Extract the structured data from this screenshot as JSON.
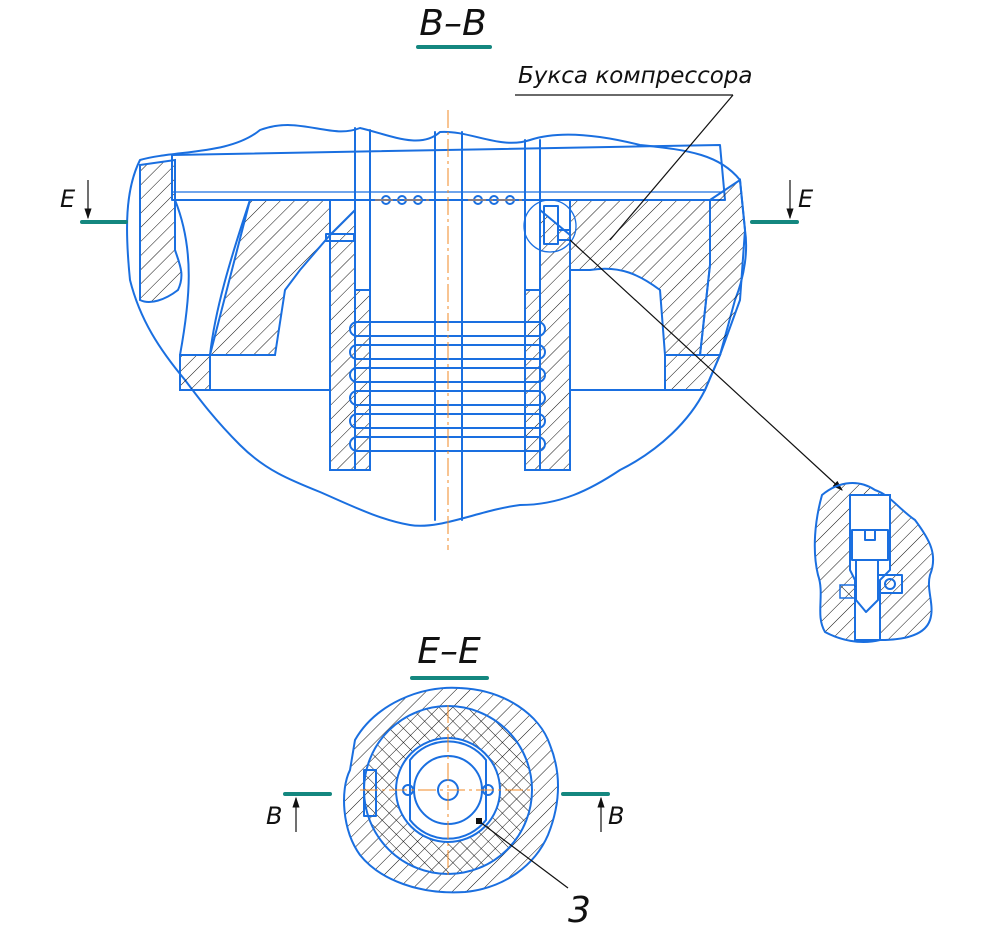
{
  "sections": {
    "bb_title": "B–B",
    "ee_title": "E–E",
    "cut_e_left": "E",
    "cut_e_right": "E",
    "cut_b_left": "B",
    "cut_b_right": "B"
  },
  "callouts": {
    "bushing": "Букса компрессора",
    "item_number": "3"
  },
  "colors": {
    "outline": "#1a6fe0",
    "center_line": "#f08a24",
    "section_mark": "#14877f",
    "leader": "#111111"
  }
}
